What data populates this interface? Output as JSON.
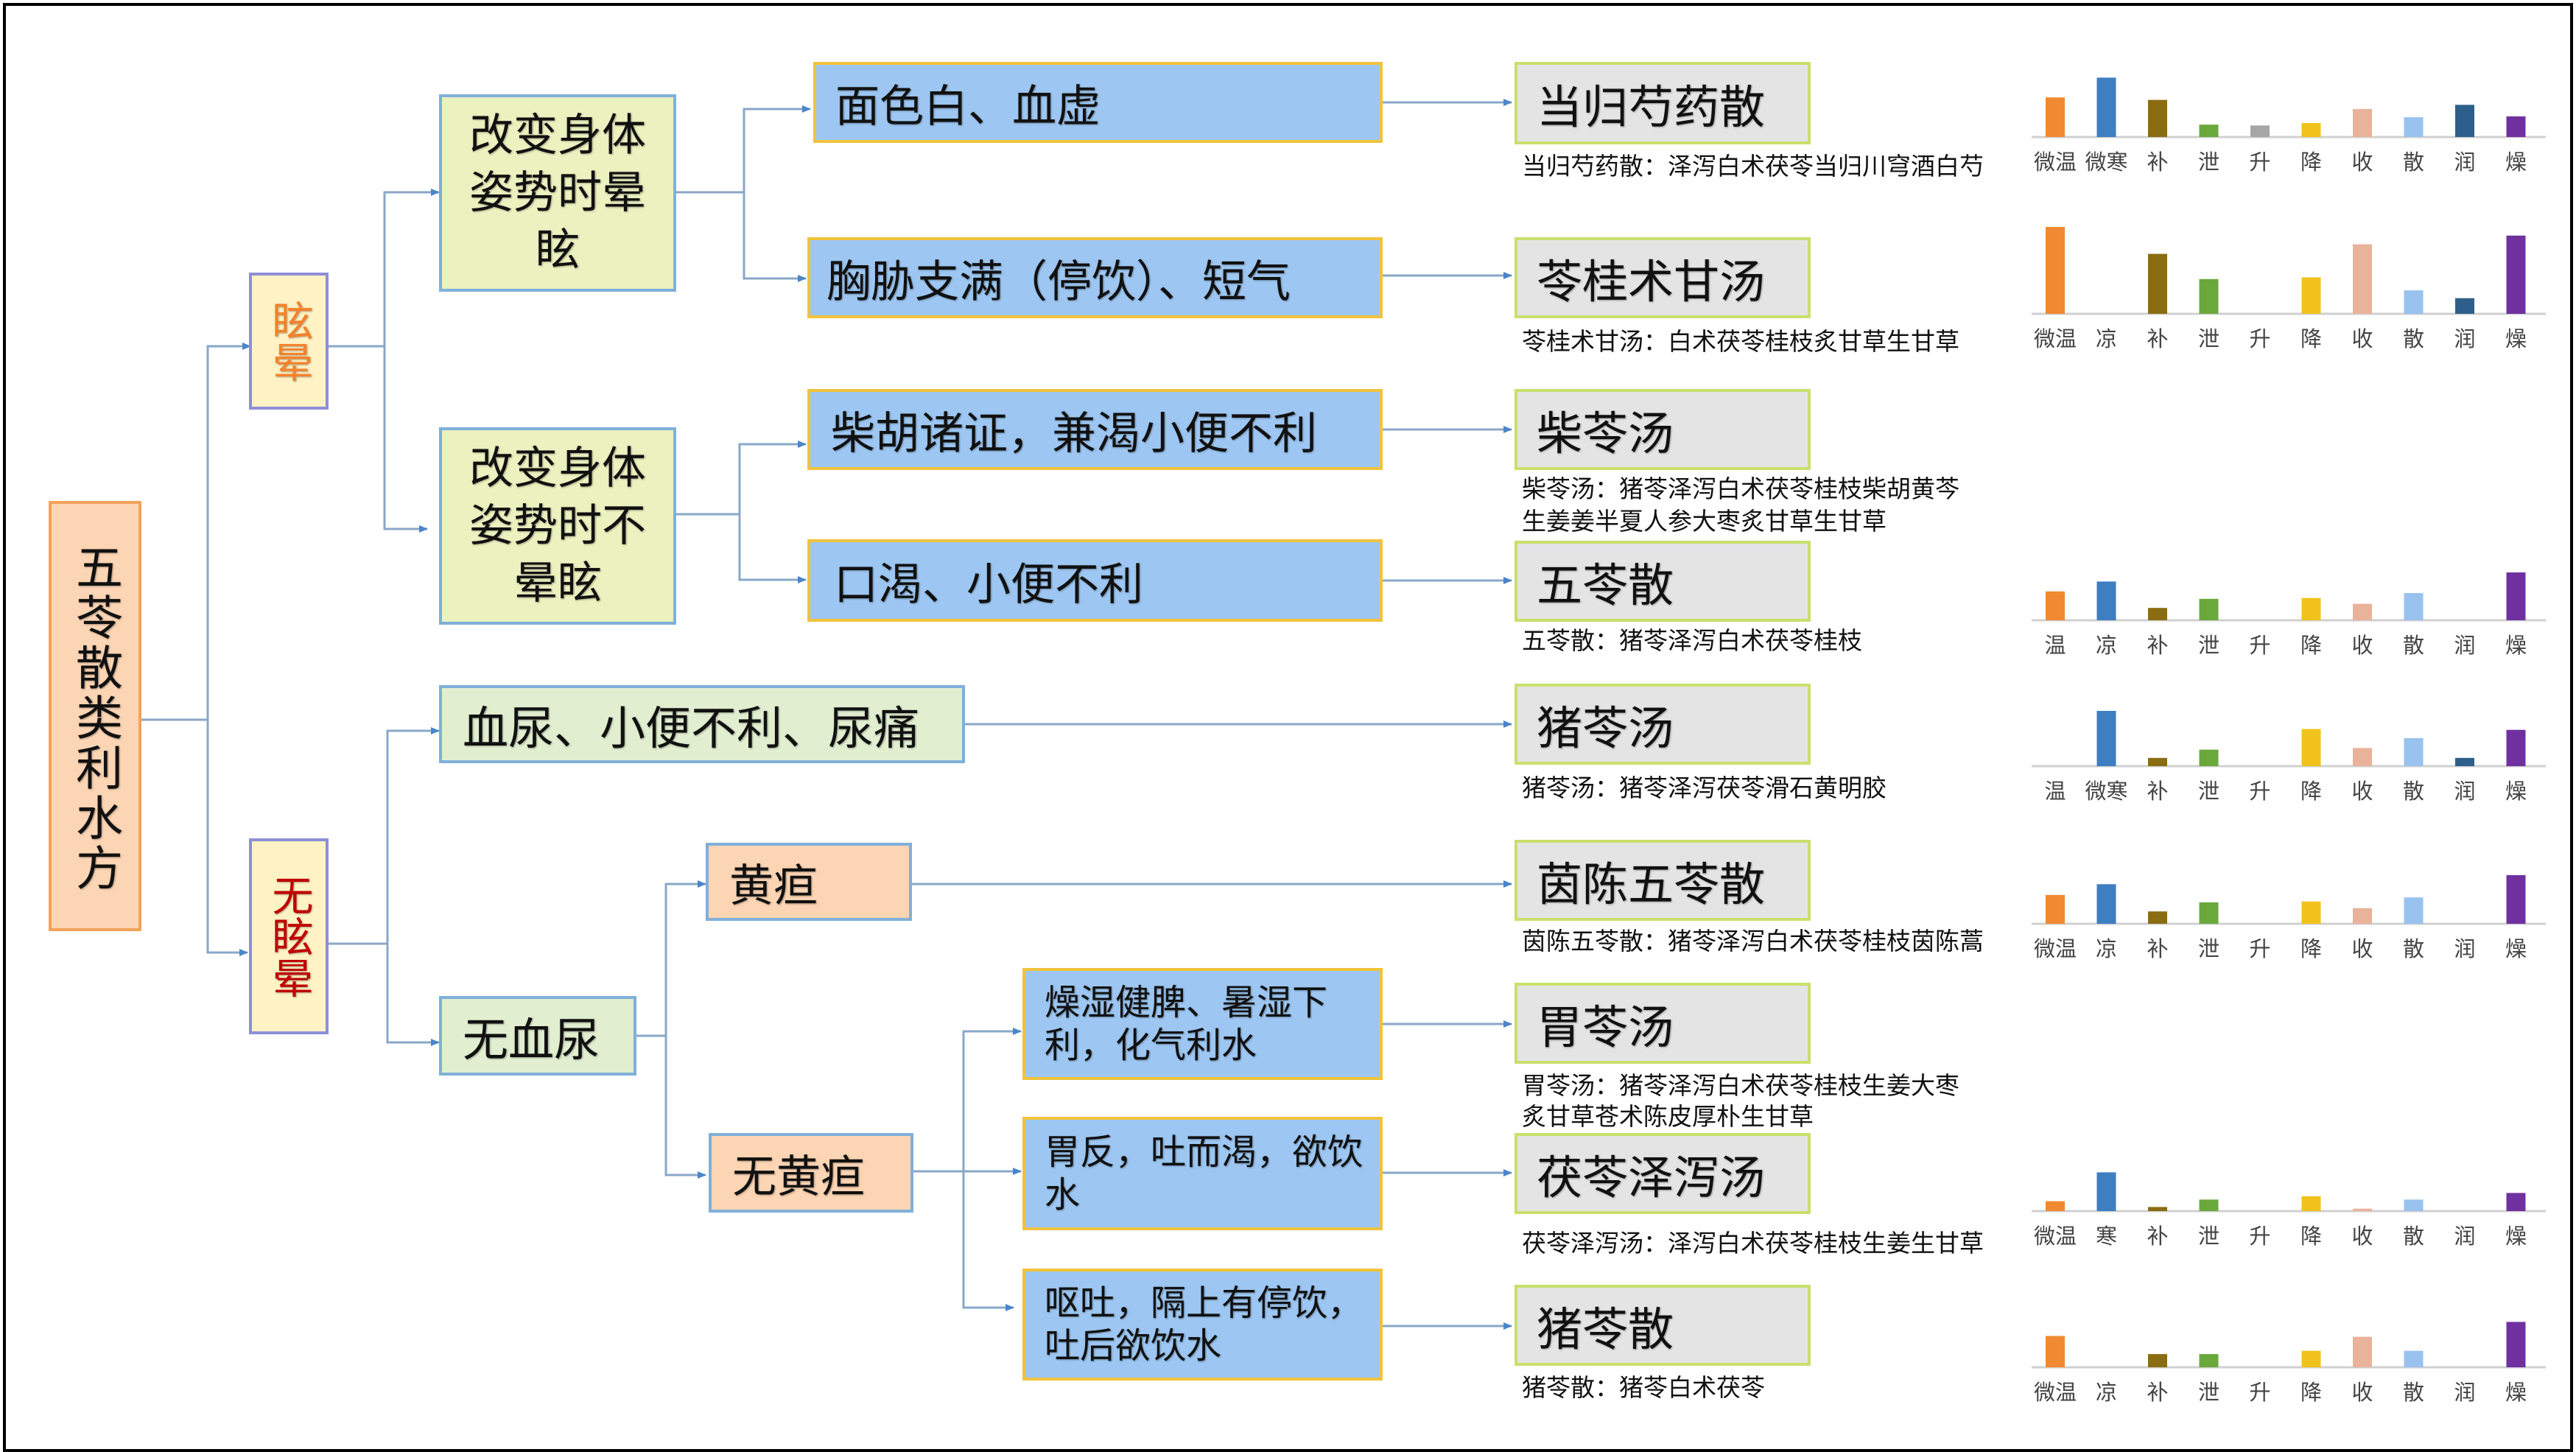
{
  "diagram": {
    "root": "五苓散类利水方",
    "branches": {
      "vertigo": "眩晕",
      "no_vertigo": "无眩晕"
    },
    "conditions": {
      "posture_vertigo": "改变身体姿势时晕眩",
      "posture_no_vertigo": "改变身体姿势时不晕眩",
      "hematuria": "血尿、小便不利、尿痛",
      "no_hematuria": "无血尿",
      "jaundice": "黄疸",
      "no_jaundice": "无黄疸"
    },
    "symptoms": {
      "pale_face": "面色白、血虚",
      "chest_fullness": "胸胁支满（停饮）、短气",
      "chaihu": "柴胡诸证，兼渴小便不利",
      "thirst": "口渴、小便不利",
      "dry_damp": "燥湿健脾、暑湿下利，化气利水",
      "stomach_reflux": "胃反，吐而渴，欲饮水",
      "vomiting": "呕吐，隔上有停饮，吐后欲饮水"
    },
    "formulas": [
      {
        "name": "当归芍药散",
        "desc": "当归芍药散：泽泻白术茯苓当归川穹酒白芍"
      },
      {
        "name": "苓桂术甘汤",
        "desc": "苓桂术甘汤：白术茯苓桂枝炙甘草生甘草"
      },
      {
        "name": "柴苓汤",
        "desc_line1": "柴苓汤：猪苓泽泻白术茯苓桂枝柴胡黄芩",
        "desc_line2": "生姜姜半夏人参大枣炙甘草生甘草"
      },
      {
        "name": "五苓散",
        "desc": "五苓散：猪苓泽泻白术茯苓桂枝"
      },
      {
        "name": "猪苓汤",
        "desc": "猪苓汤：猪苓泽泻茯苓滑石黄明胶"
      },
      {
        "name": "茵陈五苓散",
        "desc": "茵陈五苓散：猪苓泽泻白术茯苓桂枝茵陈蒿"
      },
      {
        "name": "胃苓汤",
        "desc_line1": "胃苓汤：猪苓泽泻白术茯苓桂枝生姜大枣",
        "desc_line2": "炙甘草苍术陈皮厚朴生甘草"
      },
      {
        "name": "茯苓泽泻汤",
        "desc": "茯苓泽泻汤：泽泻白术茯苓桂枝生姜生甘草"
      },
      {
        "name": "猪苓散",
        "desc": "猪苓散：猪苓白术茯苓"
      }
    ]
  },
  "chart_data": [
    {
      "type": "bar",
      "formula": "当归芍药散",
      "categories": [
        "微温",
        "微寒",
        "补",
        "泄",
        "升",
        "降",
        "收",
        "散",
        "润",
        "燥"
      ],
      "values": [
        0.48,
        0.72,
        0.45,
        0.15,
        0.14,
        0.17,
        0.34,
        0.24,
        0.39,
        0.25
      ],
      "colors": [
        "#f08a32",
        "#3d7fc1",
        "#8a6d10",
        "#6aa83c",
        "#a6a6a6",
        "#f2c21c",
        "#e9b39a",
        "#99c2ef",
        "#2e5f8a",
        "#7030a0"
      ]
    },
    {
      "type": "bar",
      "formula": "苓桂术甘汤",
      "categories": [
        "微温",
        "凉",
        "补",
        "泄",
        "升",
        "降",
        "收",
        "散",
        "润",
        "燥"
      ],
      "values": [
        1.0,
        0.0,
        0.69,
        0.4,
        0.0,
        0.42,
        0.8,
        0.27,
        0.18,
        0.9
      ],
      "colors": [
        "#f08a32",
        "#3d7fc1",
        "#8a6d10",
        "#6aa83c",
        "#a6a6a6",
        "#f2c21c",
        "#e9b39a",
        "#99c2ef",
        "#2e5f8a",
        "#7030a0"
      ]
    },
    {
      "type": "bar",
      "formula": "五苓散",
      "categories": [
        "温",
        "凉",
        "补",
        "泄",
        "升",
        "降",
        "收",
        "散",
        "润",
        "燥"
      ],
      "values": [
        0.35,
        0.47,
        0.15,
        0.26,
        0.0,
        0.27,
        0.2,
        0.33,
        0.0,
        0.58
      ],
      "colors": [
        "#f08a32",
        "#3d7fc1",
        "#8a6d10",
        "#6aa83c",
        "#a6a6a6",
        "#f2c21c",
        "#e9b39a",
        "#99c2ef",
        "#2e5f8a",
        "#7030a0"
      ]
    },
    {
      "type": "bar",
      "formula": "猪苓汤",
      "categories": [
        "温",
        "微寒",
        "补",
        "泄",
        "升",
        "降",
        "收",
        "散",
        "润",
        "燥"
      ],
      "values": [
        0.0,
        0.67,
        0.1,
        0.2,
        0.0,
        0.45,
        0.22,
        0.34,
        0.1,
        0.44
      ],
      "colors": [
        "#f08a32",
        "#3d7fc1",
        "#8a6d10",
        "#6aa83c",
        "#a6a6a6",
        "#f2c21c",
        "#e9b39a",
        "#99c2ef",
        "#2e5f8a",
        "#7030a0"
      ]
    },
    {
      "type": "bar",
      "formula": "茵陈五苓散",
      "categories": [
        "微温",
        "凉",
        "补",
        "泄",
        "升",
        "降",
        "收",
        "散",
        "润",
        "燥"
      ],
      "values": [
        0.35,
        0.48,
        0.15,
        0.26,
        0.0,
        0.27,
        0.19,
        0.32,
        0.0,
        0.59
      ],
      "colors": [
        "#f08a32",
        "#3d7fc1",
        "#8a6d10",
        "#6aa83c",
        "#a6a6a6",
        "#f2c21c",
        "#e9b39a",
        "#99c2ef",
        "#2e5f8a",
        "#7030a0"
      ]
    },
    {
      "type": "bar",
      "formula": "茯苓泽泻汤",
      "categories": [
        "微温",
        "寒",
        "补",
        "泄",
        "升",
        "降",
        "收",
        "散",
        "润",
        "燥"
      ],
      "values": [
        0.12,
        0.47,
        0.05,
        0.14,
        0.0,
        0.18,
        0.03,
        0.14,
        0.0,
        0.22
      ],
      "colors": [
        "#f08a32",
        "#3d7fc1",
        "#8a6d10",
        "#6aa83c",
        "#a6a6a6",
        "#f2c21c",
        "#e9b39a",
        "#99c2ef",
        "#2e5f8a",
        "#7030a0"
      ]
    },
    {
      "type": "bar",
      "formula": "猪苓散",
      "categories": [
        "微温",
        "凉",
        "补",
        "泄",
        "升",
        "降",
        "收",
        "散",
        "润",
        "燥"
      ],
      "values": [
        0.38,
        0.0,
        0.16,
        0.16,
        0.0,
        0.2,
        0.37,
        0.2,
        0.0,
        0.55
      ],
      "colors": [
        "#f08a32",
        "#3d7fc1",
        "#8a6d10",
        "#6aa83c",
        "#a6a6a6",
        "#f2c21c",
        "#e9b39a",
        "#99c2ef",
        "#2e5f8a",
        "#7030a0"
      ]
    }
  ]
}
